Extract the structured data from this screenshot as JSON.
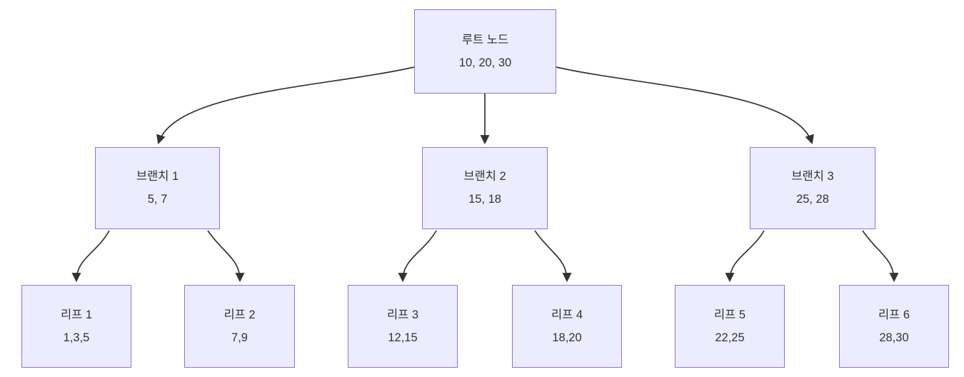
{
  "colors": {
    "node_fill": "#ECECFF",
    "node_border": "#9370DB",
    "edge_color": "#333333",
    "text_color": "#333333",
    "canvas_bg": "#ffffff"
  },
  "nodes": {
    "root": {
      "label": "루트 노드",
      "keys": "10, 20, 30"
    },
    "branch1": {
      "label": "브랜치 1",
      "keys": "5, 7"
    },
    "branch2": {
      "label": "브랜치 2",
      "keys": "15, 18"
    },
    "branch3": {
      "label": "브랜치 3",
      "keys": "25, 28"
    },
    "leaf1": {
      "label": "리프 1",
      "keys": "1,3,5"
    },
    "leaf2": {
      "label": "리프 2",
      "keys": "7,9"
    },
    "leaf3": {
      "label": "리프 3",
      "keys": "12,15"
    },
    "leaf4": {
      "label": "리프 4",
      "keys": "18,20"
    },
    "leaf5": {
      "label": "리프 5",
      "keys": "22,25"
    },
    "leaf6": {
      "label": "리프 6",
      "keys": "28,30"
    }
  },
  "edges": [
    {
      "from": "root",
      "to": "branch1"
    },
    {
      "from": "root",
      "to": "branch2"
    },
    {
      "from": "root",
      "to": "branch3"
    },
    {
      "from": "branch1",
      "to": "leaf1"
    },
    {
      "from": "branch1",
      "to": "leaf2"
    },
    {
      "from": "branch2",
      "to": "leaf3"
    },
    {
      "from": "branch2",
      "to": "leaf4"
    },
    {
      "from": "branch3",
      "to": "leaf5"
    },
    {
      "from": "branch3",
      "to": "leaf6"
    }
  ]
}
